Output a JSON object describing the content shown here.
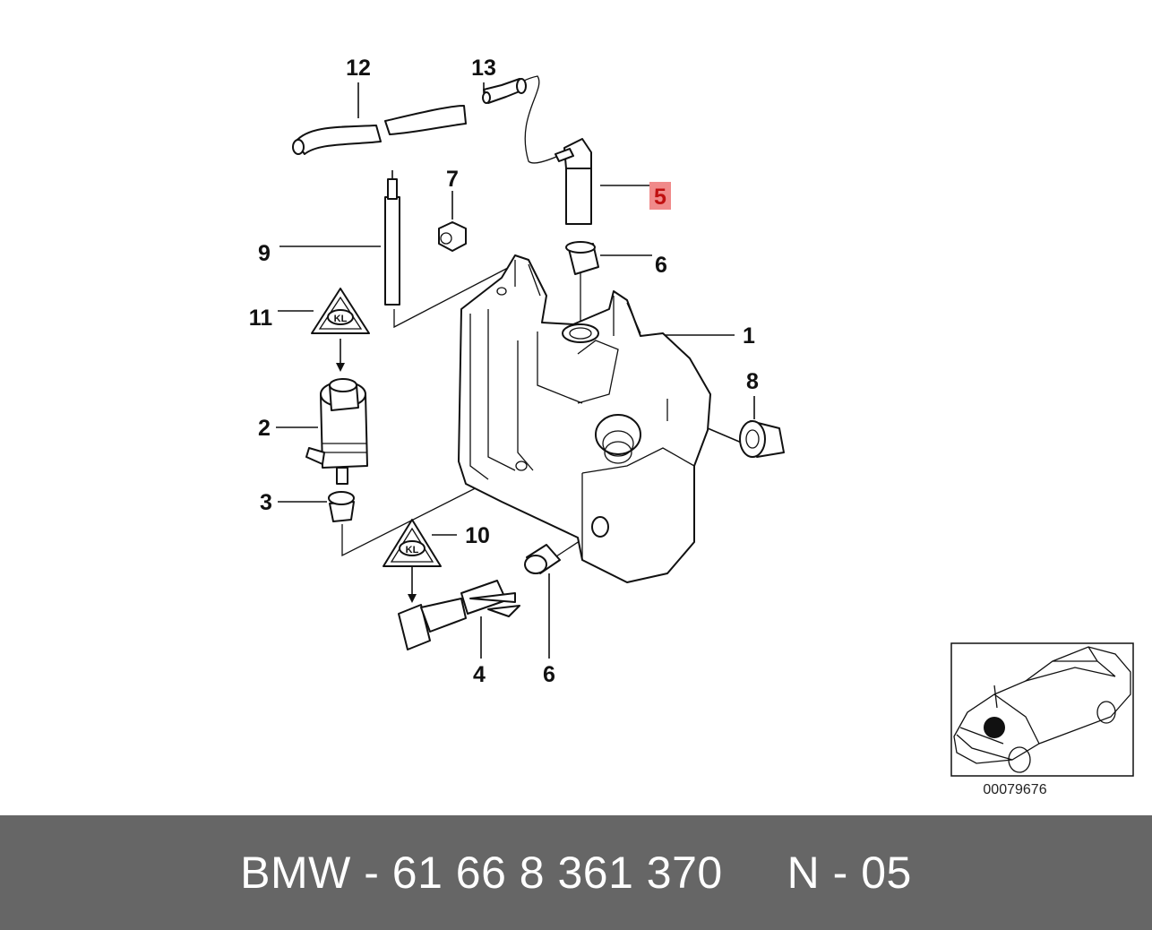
{
  "callouts": {
    "c1": "1",
    "c2": "2",
    "c3": "3",
    "c4": "4",
    "c5": "5",
    "c6a": "6",
    "c6b": "6",
    "c7": "7",
    "c8": "8",
    "c9": "9",
    "c10": "10",
    "c11": "11",
    "c12": "12",
    "c13": "13"
  },
  "highlight": {
    "part": "5",
    "color": "#f08a8a",
    "text_color": "#c01010"
  },
  "inset": {
    "reference": "00079676"
  },
  "footer": {
    "text": "BMW - 61 66 8 361 370     N - 05",
    "background": "#666666",
    "text_color": "#ffffff"
  }
}
